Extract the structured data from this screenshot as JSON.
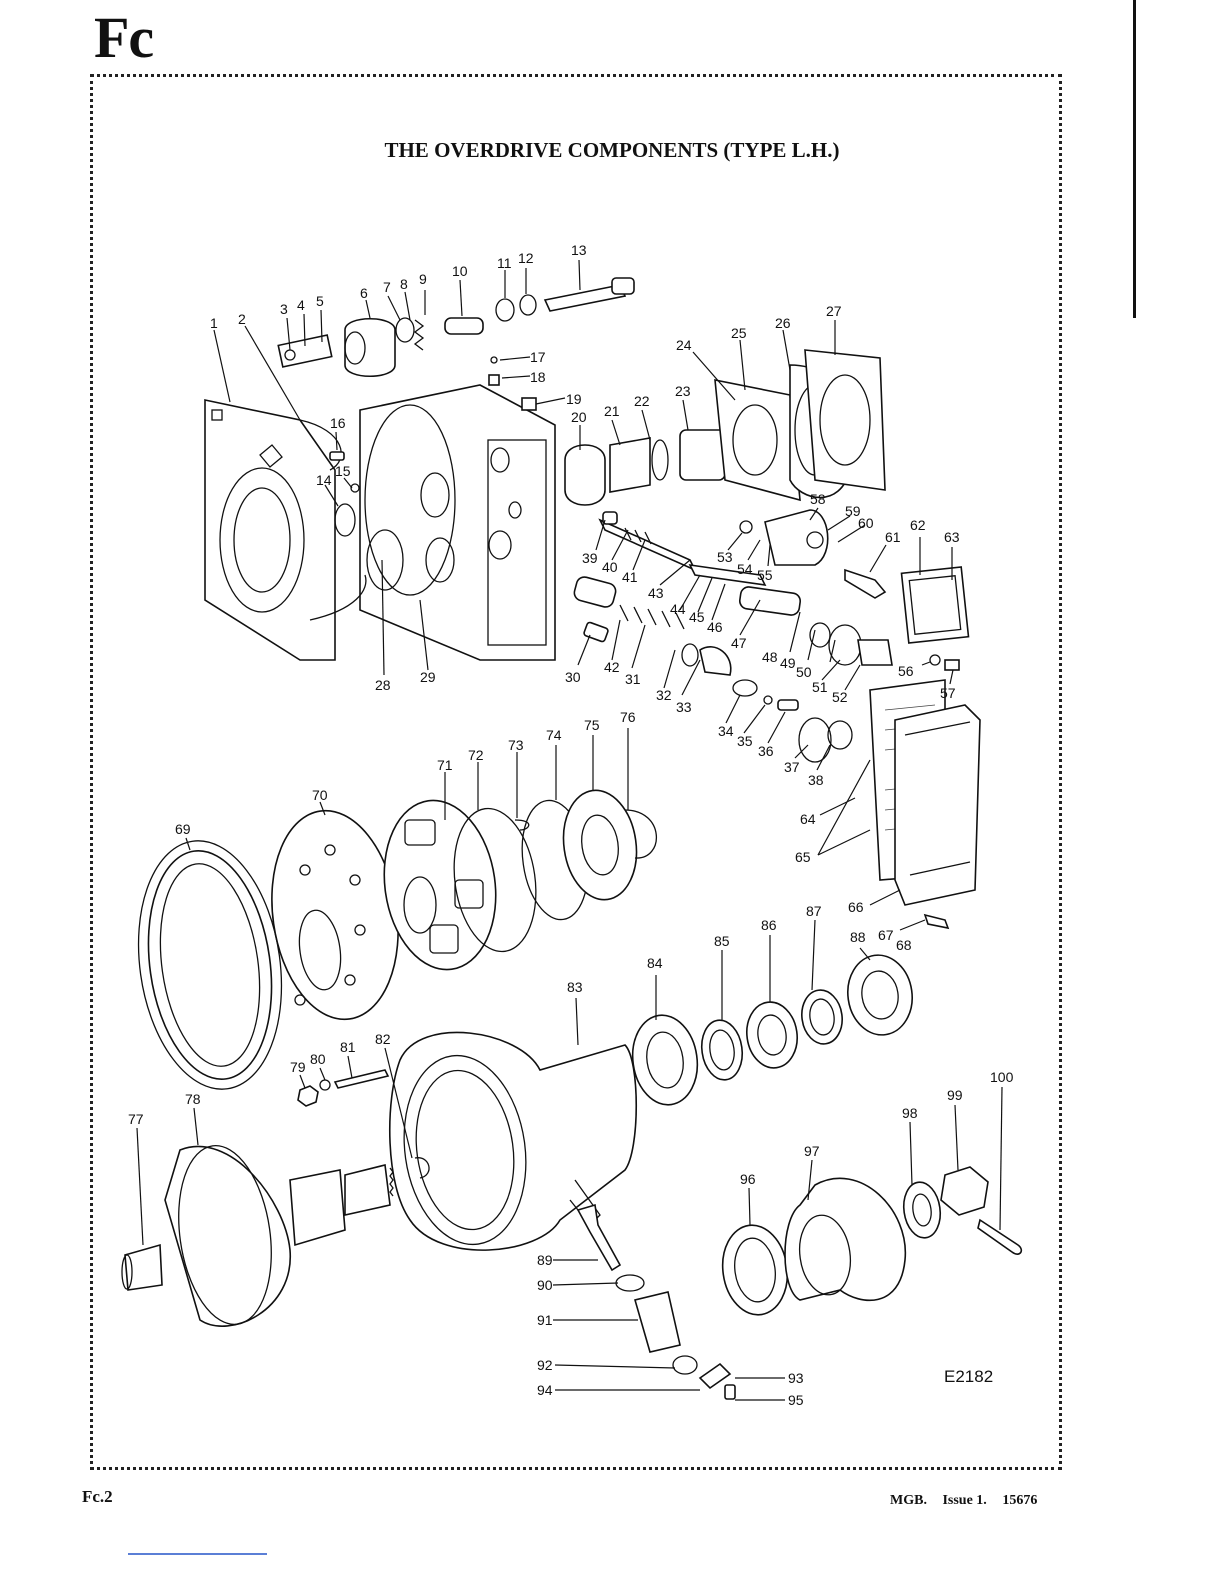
{
  "page": {
    "section_code": "Fc",
    "title": "THE OVERDRIVE COMPONENTS (TYPE L.H.)",
    "figure_code": "E2182",
    "page_number": "Fc.2",
    "footer": {
      "model": "MGB.",
      "issue": "Issue 1.",
      "number": "15676"
    }
  },
  "callouts": [
    "1",
    "2",
    "3",
    "4",
    "5",
    "6",
    "7",
    "8",
    "9",
    "10",
    "11",
    "12",
    "13",
    "14",
    "15",
    "16",
    "17",
    "18",
    "19",
    "20",
    "21",
    "22",
    "23",
    "24",
    "25",
    "26",
    "27",
    "28",
    "29",
    "30",
    "31",
    "32",
    "33",
    "34",
    "35",
    "36",
    "37",
    "38",
    "39",
    "40",
    "41",
    "42",
    "43",
    "44",
    "45",
    "46",
    "47",
    "48",
    "49",
    "50",
    "51",
    "52",
    "53",
    "54",
    "55",
    "56",
    "57",
    "58",
    "59",
    "60",
    "61",
    "62",
    "63",
    "64",
    "65",
    "66",
    "67",
    "68",
    "69",
    "70",
    "71",
    "72",
    "73",
    "74",
    "75",
    "76",
    "77",
    "78",
    "79",
    "80",
    "81",
    "82",
    "83",
    "84",
    "85",
    "86",
    "87",
    "88",
    "89",
    "90",
    "91",
    "92",
    "93",
    "94",
    "95",
    "96",
    "97",
    "98",
    "99",
    "100"
  ]
}
